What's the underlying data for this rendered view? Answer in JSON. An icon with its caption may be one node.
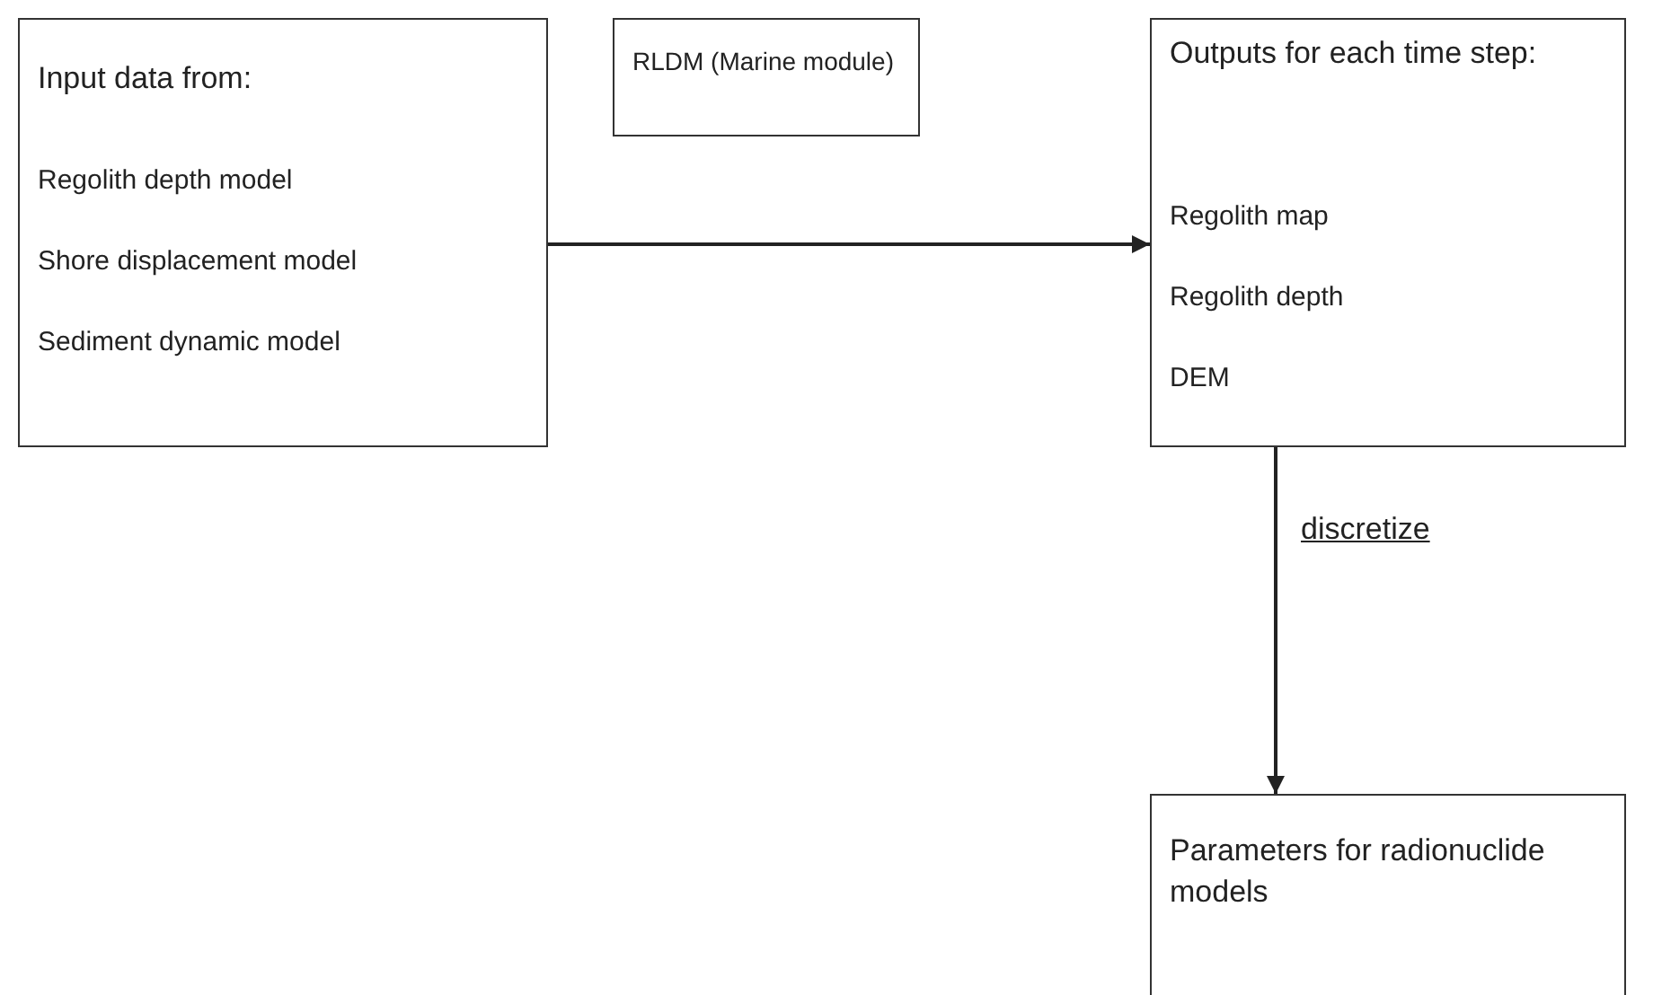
{
  "diagram": {
    "nodes": [
      {
        "text": [
          "Input data from:",
          "Regolith depth model",
          "Shore displacement model",
          "Sediment dynamic model"
        ]
      },
      {
        "text": [
          "RLDM (Marine module)"
        ]
      },
      {
        "text": [
          "Outputs for each time step:",
          "Regolith map",
          "Regolith depth",
          "DEM"
        ]
      },
      {
        "text": [
          "Parameters for radionuclide models"
        ]
      }
    ],
    "edges": [
      {
        "from": 0,
        "to": 2,
        "arrow": "to"
      },
      {
        "from": 2,
        "to": 3,
        "arrow": "to",
        "label": "discretize"
      }
    ]
  }
}
